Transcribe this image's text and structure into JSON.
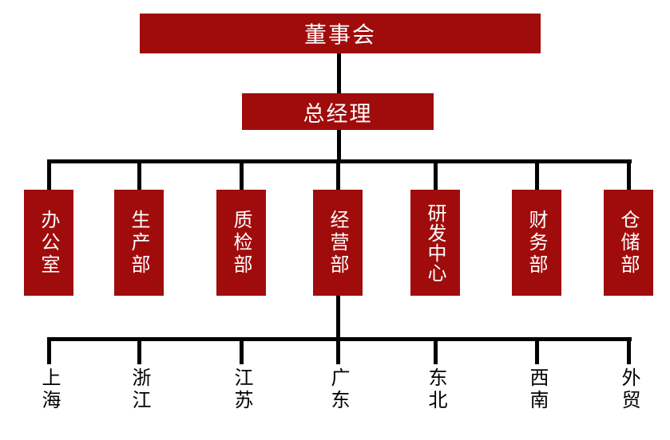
{
  "org_chart": {
    "type": "org-tree",
    "board": {
      "label": "董事会"
    },
    "general_manager": {
      "label": "总经理"
    },
    "departments": [
      {
        "label": "办公室"
      },
      {
        "label": "生产部"
      },
      {
        "label": "质检部"
      },
      {
        "label": "经营部"
      },
      {
        "label": "研发中心"
      },
      {
        "label": "财务部"
      },
      {
        "label": "仓储部"
      }
    ],
    "regions_parent": "经营部",
    "regions": [
      {
        "label": "上海"
      },
      {
        "label": "浙江"
      },
      {
        "label": "江苏"
      },
      {
        "label": "广东"
      },
      {
        "label": "东北"
      },
      {
        "label": "西南"
      },
      {
        "label": "外贸"
      }
    ],
    "colors": {
      "node_fill": "#A00C0C",
      "node_text": "#FFFFFF",
      "connector": "#000000",
      "region_text": "#000000",
      "background": "#FFFFFF"
    }
  }
}
